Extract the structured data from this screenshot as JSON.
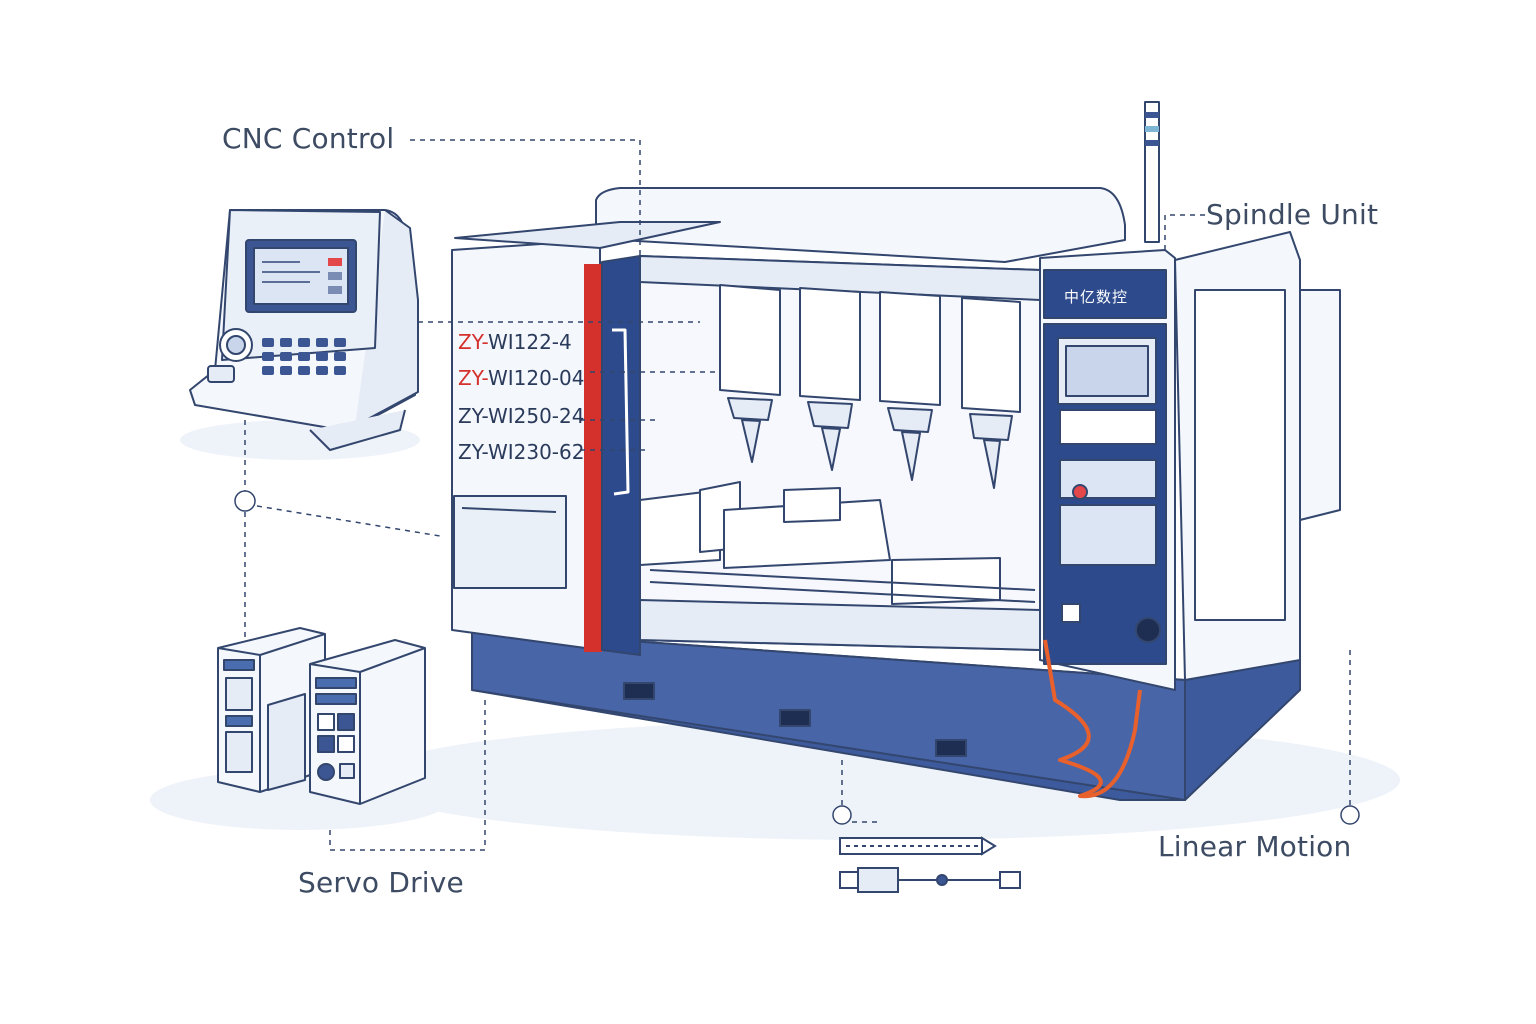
{
  "callouts": {
    "cnc_control": "CNC Control",
    "spindle_unit": "Spindle Unit",
    "servo_drive": "Servo Drive",
    "linear_motion": "Linear Motion"
  },
  "models": [
    {
      "prefix": "ZY-",
      "prefix_red": true,
      "suffix": "WI122-4"
    },
    {
      "prefix": "ZY-",
      "prefix_red": true,
      "suffix": "WI120-04"
    },
    {
      "prefix": "ZY-",
      "prefix_red": false,
      "suffix": "WI250-24"
    },
    {
      "prefix": "ZY-",
      "prefix_red": false,
      "suffix": "WI230-62"
    }
  ],
  "brand_label": "中亿数控",
  "colors": {
    "navy": "#2c4a8c",
    "line": "#33466e",
    "accent_red": "#d4302c",
    "cable_orange": "#e8602c"
  }
}
